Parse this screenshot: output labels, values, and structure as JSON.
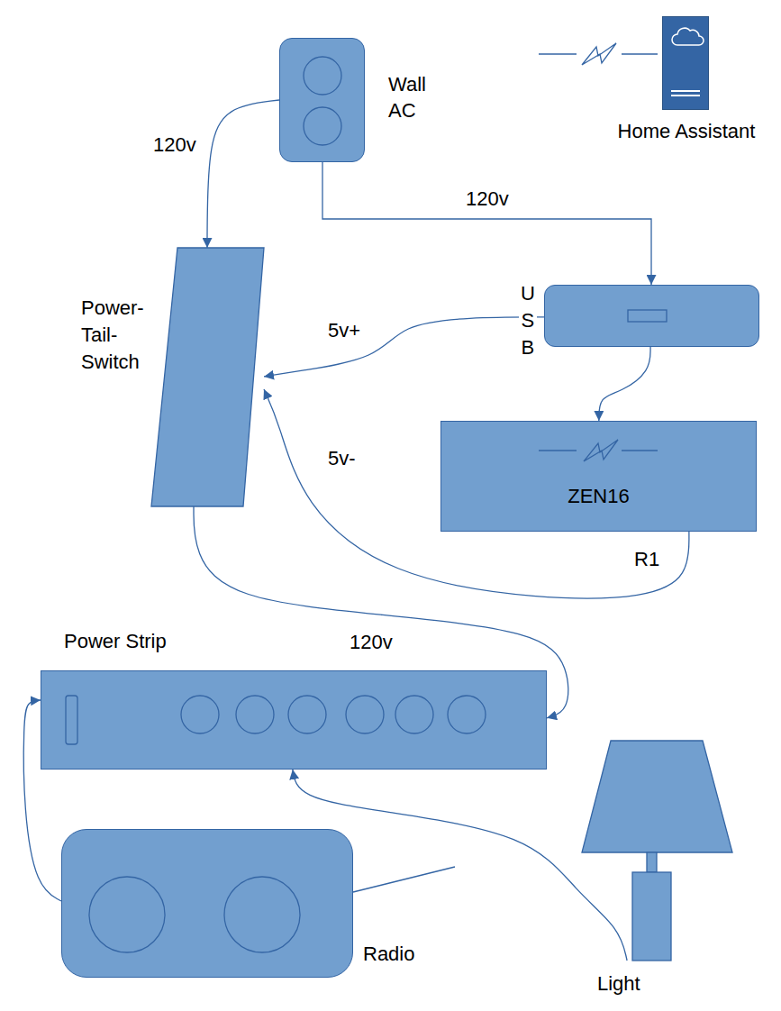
{
  "diagram": {
    "nodes": [
      {
        "text": [
          "Wall AC"
        ]
      },
      {
        "text": [
          "Home Assistant"
        ]
      },
      {
        "text": [
          "Power- Tail- Switch"
        ]
      },
      {
        "text": [
          "U S B"
        ]
      },
      {
        "text": [
          "ZEN16"
        ]
      },
      {
        "text": [
          "Power Strip"
        ]
      },
      {
        "text": [
          "Radio"
        ]
      },
      {
        "text": [
          "Light"
        ]
      }
    ],
    "edges": [
      {
        "from": 0,
        "to": 2,
        "arrow": "to",
        "label": "120v"
      },
      {
        "from": 0,
        "to": 3,
        "arrow": "to",
        "label": "120v"
      },
      {
        "from": 3,
        "to": 2,
        "arrow": "to",
        "label": "5v+"
      },
      {
        "from": 4,
        "to": 2,
        "arrow": "to",
        "label": "5v-"
      },
      {
        "from": 3,
        "to": 4,
        "arrow": "to"
      },
      {
        "from": 2,
        "to": 5,
        "arrow": "to",
        "label": "120v"
      },
      {
        "from": 6,
        "to": 5,
        "arrow": "to"
      },
      {
        "from": 7,
        "to": 5,
        "arrow": "to"
      }
    ],
    "labels": [
      "R1"
    ]
  }
}
